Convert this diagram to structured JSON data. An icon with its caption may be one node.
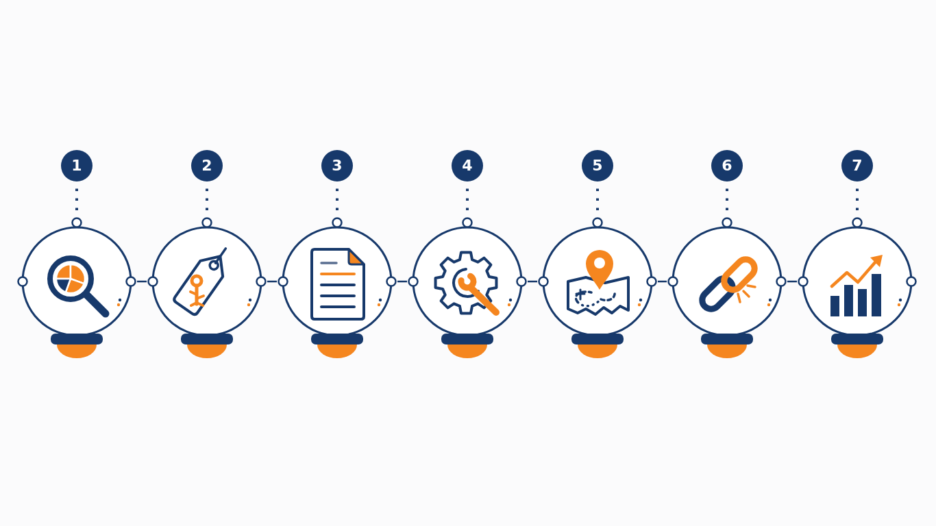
{
  "diagram": {
    "nodes": [
      {
        "text": [
          "1"
        ]
      },
      {
        "text": [
          "2"
        ]
      },
      {
        "text": [
          "3"
        ]
      },
      {
        "text": [
          "4"
        ]
      },
      {
        "text": [
          "5"
        ]
      },
      {
        "text": [
          "6"
        ]
      },
      {
        "text": [
          "7"
        ]
      },
      {
        "text": [],
        "shape": "circle"
      },
      {
        "text": [],
        "shape": "circle"
      },
      {
        "text": [],
        "shape": "circle"
      },
      {
        "text": [],
        "shape": "circle"
      },
      {
        "text": [],
        "shape": "circle"
      },
      {
        "text": [],
        "shape": "circle"
      },
      {
        "text": [],
        "shape": "circle"
      }
    ],
    "edges": [
      {
        "from": 0,
        "to": 7,
        "arrow": "none",
        "style": "dashed"
      },
      {
        "from": 1,
        "to": 8,
        "arrow": "none",
        "style": "dashed"
      },
      {
        "from": 2,
        "to": 9,
        "arrow": "none",
        "style": "dashed"
      },
      {
        "from": 3,
        "to": 10,
        "arrow": "none",
        "style": "dashed"
      },
      {
        "from": 4,
        "to": 11,
        "arrow": "none",
        "style": "dashed"
      },
      {
        "from": 5,
        "to": 12,
        "arrow": "none",
        "style": "dashed"
      },
      {
        "from": 6,
        "to": 13,
        "arrow": "none",
        "style": "dashed"
      },
      {
        "from": 7,
        "to": 8,
        "arrow": "none"
      },
      {
        "from": 8,
        "to": 9,
        "arrow": "none"
      },
      {
        "from": 9,
        "to": 10,
        "arrow": "none"
      },
      {
        "from": 10,
        "to": 11,
        "arrow": "none"
      },
      {
        "from": 11,
        "to": 12,
        "arrow": "none"
      },
      {
        "from": 12,
        "to": 13,
        "arrow": "none"
      }
    ]
  }
}
